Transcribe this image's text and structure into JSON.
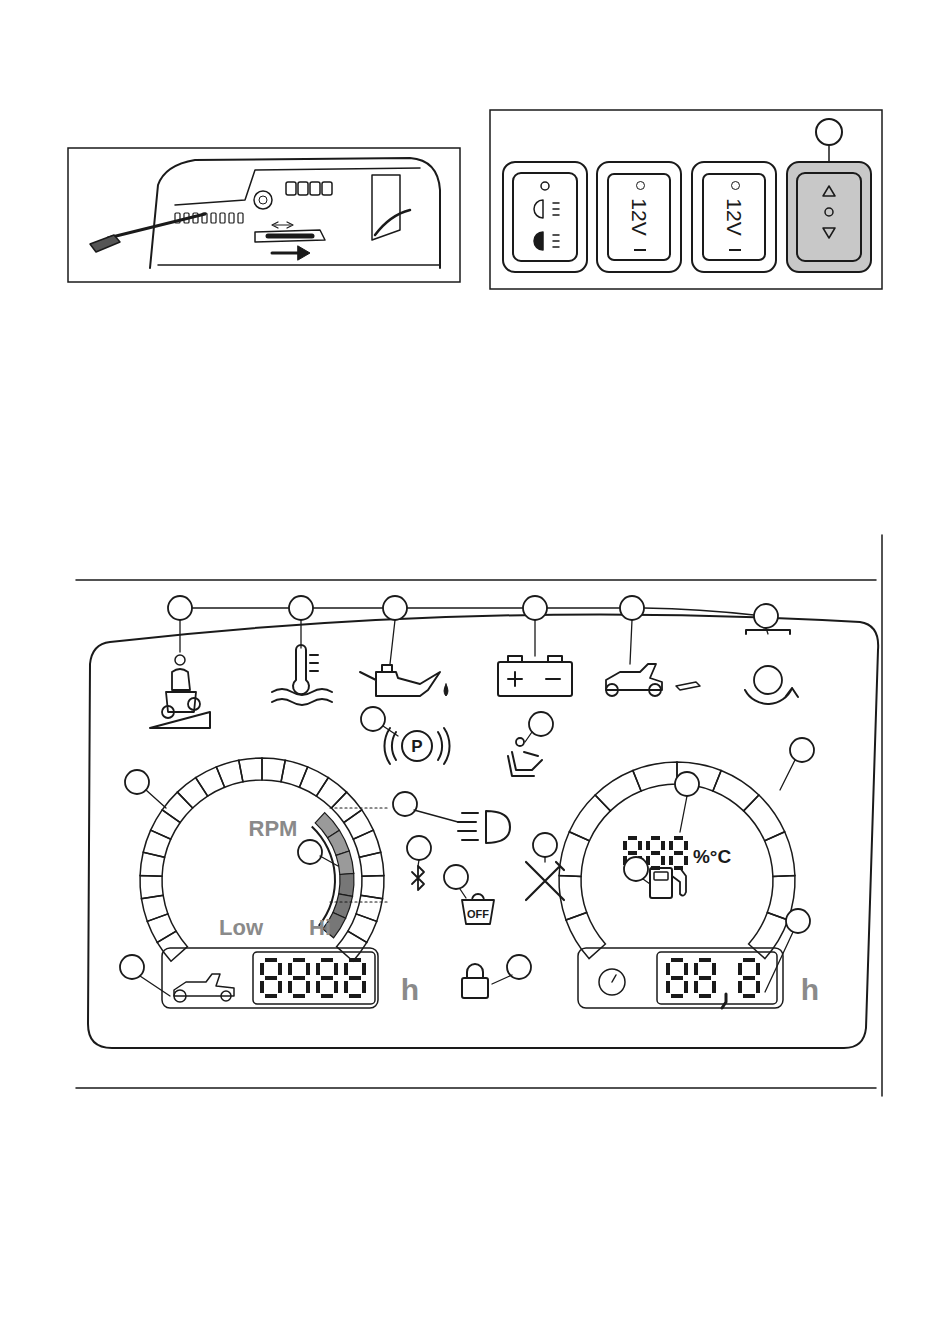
{
  "diagram": {
    "nodes": [
      {
        "text": [
          "12V"
        ]
      },
      {
        "text": [
          "12V"
        ]
      }
    ],
    "labels": [
      "P",
      "RPM",
      "%°C",
      "Low",
      "Hi",
      "OFF",
      "h",
      "h"
    ]
  }
}
